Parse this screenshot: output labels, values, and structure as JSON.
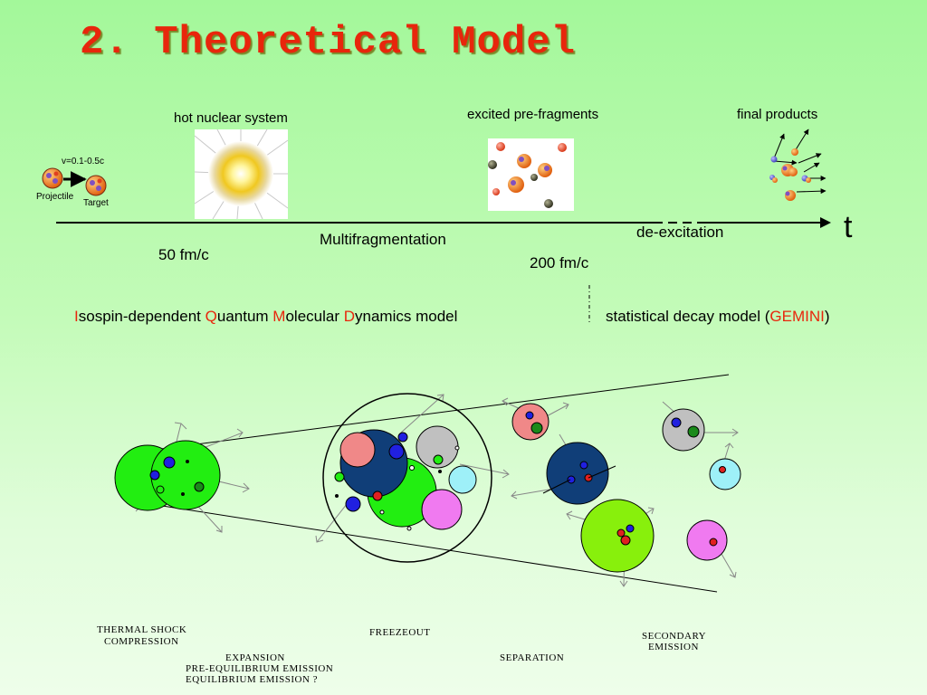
{
  "title": "2. Theoretical Model",
  "timeline": {
    "stage_hot": "hot nuclear system",
    "stage_excited": "excited pre-fragments",
    "stage_final": "final products",
    "velocity": "v=0.1-0.5c",
    "projectile": "Projectile",
    "target": "Target",
    "time_50": "50 fm/c",
    "multifragmentation": "Multifragmentation",
    "time_200": "200 fm/c",
    "deexcitation": "de-excitation",
    "t_symbol": "t"
  },
  "models": {
    "iqmd": [
      {
        "text": "I",
        "red": true
      },
      {
        "text": "sospin-dependent ",
        "red": false
      },
      {
        "text": "Q",
        "red": true
      },
      {
        "text": "uantum ",
        "red": false
      },
      {
        "text": "M",
        "red": true
      },
      {
        "text": "olecular ",
        "red": false
      },
      {
        "text": "D",
        "red": true
      },
      {
        "text": "ynamics model",
        "red": false
      }
    ],
    "gemini_prefix": "statistical decay model (",
    "gemini_name": "GEMINI",
    "gemini_suffix": ")"
  },
  "stage_captions": {
    "thermal_shock": "THERMAL SHOCK",
    "compression": "COMPRESSION",
    "freezeout": "FREEZEOUT",
    "secondary": "SECONDARY",
    "emission": "EMISSION",
    "expansion": "EXPANSION",
    "separation": "SEPARATION",
    "pre_equilibrium": "PRE-EQUILIBRIUM   EMISSION",
    "equilibrium": "EQUILIBRIUM EMISSION ?"
  },
  "colors": {
    "title": "#e8260c",
    "accent_red": "#e8260c",
    "green_nucleus": "#22ee11",
    "dark_blue": "#103e78",
    "pink": "#f08888",
    "magenta": "#f07af0",
    "cyan": "#9ef0f8",
    "lime": "#88f00c",
    "grey": "#c0c0c0"
  }
}
